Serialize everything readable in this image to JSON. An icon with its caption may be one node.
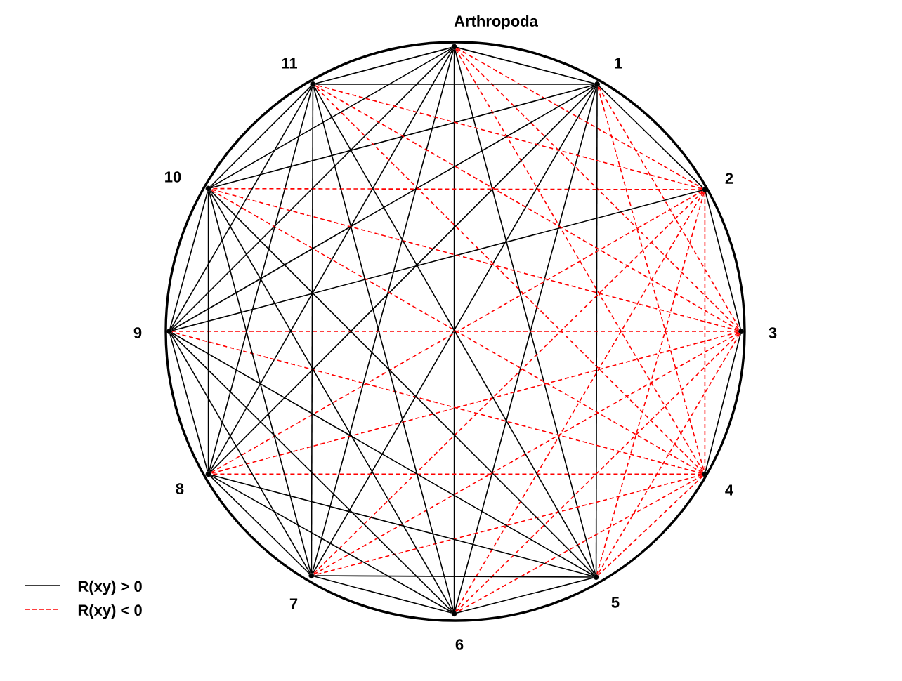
{
  "diagram": {
    "nodes": [
      {
        "text": [],
        "shape": "circle",
        "beside": [
          "Arthropoda"
        ]
      },
      {
        "text": [],
        "shape": "circle",
        "beside": [
          "1"
        ]
      },
      {
        "text": [],
        "shape": "circle",
        "beside": [
          "2"
        ]
      },
      {
        "text": [],
        "shape": "circle",
        "beside": [
          "3"
        ]
      },
      {
        "text": [],
        "shape": "circle",
        "beside": [
          "4"
        ]
      },
      {
        "text": [],
        "shape": "circle",
        "beside": [
          "5"
        ]
      },
      {
        "text": [],
        "shape": "circle",
        "beside": [
          "6"
        ]
      },
      {
        "text": [],
        "shape": "circle",
        "beside": [
          "7"
        ]
      },
      {
        "text": [],
        "shape": "circle",
        "beside": [
          "8"
        ]
      },
      {
        "text": [],
        "shape": "circle",
        "beside": [
          "9"
        ]
      },
      {
        "text": [],
        "shape": "circle",
        "beside": [
          "10"
        ]
      },
      {
        "text": [],
        "shape": "circle",
        "beside": [
          "11"
        ]
      }
    ],
    "edges": [
      {
        "from": 0,
        "to": 1,
        "arrow": "none"
      },
      {
        "from": 0,
        "to": 2,
        "arrow": "none",
        "style": "dashed",
        "color": "#ff0000"
      },
      {
        "from": 0,
        "to": 3,
        "arrow": "none",
        "style": "dashed",
        "color": "#ff0000"
      },
      {
        "from": 0,
        "to": 4,
        "arrow": "none",
        "style": "dashed",
        "color": "#ff0000"
      },
      {
        "from": 0,
        "to": 5,
        "arrow": "none"
      },
      {
        "from": 0,
        "to": 6,
        "arrow": "none"
      },
      {
        "from": 0,
        "to": 7,
        "arrow": "none"
      },
      {
        "from": 0,
        "to": 8,
        "arrow": "none"
      },
      {
        "from": 0,
        "to": 9,
        "arrow": "none"
      },
      {
        "from": 0,
        "to": 10,
        "arrow": "none"
      },
      {
        "from": 0,
        "to": 11,
        "arrow": "none"
      },
      {
        "from": 1,
        "to": 2,
        "arrow": "none"
      },
      {
        "from": 1,
        "to": 3,
        "arrow": "none",
        "style": "dashed",
        "color": "#ff0000"
      },
      {
        "from": 1,
        "to": 4,
        "arrow": "none",
        "style": "dashed",
        "color": "#ff0000"
      },
      {
        "from": 1,
        "to": 5,
        "arrow": "none"
      },
      {
        "from": 1,
        "to": 6,
        "arrow": "none"
      },
      {
        "from": 1,
        "to": 7,
        "arrow": "none"
      },
      {
        "from": 1,
        "to": 8,
        "arrow": "none"
      },
      {
        "from": 1,
        "to": 9,
        "arrow": "none"
      },
      {
        "from": 1,
        "to": 10,
        "arrow": "none"
      },
      {
        "from": 1,
        "to": 11,
        "arrow": "none"
      },
      {
        "from": 2,
        "to": 3,
        "arrow": "none"
      },
      {
        "from": 2,
        "to": 4,
        "arrow": "none",
        "style": "dashed",
        "color": "#ff0000"
      },
      {
        "from": 2,
        "to": 5,
        "arrow": "none",
        "style": "dashed",
        "color": "#ff0000"
      },
      {
        "from": 2,
        "to": 6,
        "arrow": "none",
        "style": "dashed",
        "color": "#ff0000"
      },
      {
        "from": 2,
        "to": 7,
        "arrow": "none",
        "style": "dashed",
        "color": "#ff0000"
      },
      {
        "from": 2,
        "to": 8,
        "arrow": "none",
        "style": "dashed",
        "color": "#ff0000"
      },
      {
        "from": 2,
        "to": 9,
        "arrow": "none"
      },
      {
        "from": 2,
        "to": 10,
        "arrow": "none",
        "style": "dashed",
        "color": "#ff0000"
      },
      {
        "from": 2,
        "to": 11,
        "arrow": "none",
        "style": "dashed",
        "color": "#ff0000"
      },
      {
        "from": 3,
        "to": 4,
        "arrow": "none"
      },
      {
        "from": 3,
        "to": 5,
        "arrow": "none",
        "style": "dashed",
        "color": "#ff0000"
      },
      {
        "from": 3,
        "to": 6,
        "arrow": "none",
        "style": "dashed",
        "color": "#ff0000"
      },
      {
        "from": 3,
        "to": 7,
        "arrow": "none",
        "style": "dashed",
        "color": "#ff0000"
      },
      {
        "from": 3,
        "to": 8,
        "arrow": "none",
        "style": "dashed",
        "color": "#ff0000"
      },
      {
        "from": 3,
        "to": 9,
        "arrow": "none",
        "style": "dashed",
        "color": "#ff0000"
      },
      {
        "from": 3,
        "to": 10,
        "arrow": "none",
        "style": "dashed",
        "color": "#ff0000"
      },
      {
        "from": 3,
        "to": 11,
        "arrow": "none",
        "style": "dashed",
        "color": "#ff0000"
      },
      {
        "from": 4,
        "to": 5,
        "arrow": "none",
        "style": "dashed",
        "color": "#ff0000"
      },
      {
        "from": 4,
        "to": 6,
        "arrow": "none",
        "style": "dashed",
        "color": "#ff0000"
      },
      {
        "from": 4,
        "to": 7,
        "arrow": "none",
        "style": "dashed",
        "color": "#ff0000"
      },
      {
        "from": 4,
        "to": 8,
        "arrow": "none",
        "style": "dashed",
        "color": "#ff0000"
      },
      {
        "from": 4,
        "to": 9,
        "arrow": "none",
        "style": "dashed",
        "color": "#ff0000"
      },
      {
        "from": 4,
        "to": 10,
        "arrow": "none",
        "style": "dashed",
        "color": "#ff0000"
      },
      {
        "from": 4,
        "to": 11,
        "arrow": "none",
        "style": "dashed",
        "color": "#ff0000"
      },
      {
        "from": 5,
        "to": 6,
        "arrow": "none"
      },
      {
        "from": 5,
        "to": 7,
        "arrow": "none"
      },
      {
        "from": 5,
        "to": 8,
        "arrow": "none"
      },
      {
        "from": 5,
        "to": 9,
        "arrow": "none"
      },
      {
        "from": 5,
        "to": 10,
        "arrow": "none"
      },
      {
        "from": 5,
        "to": 11,
        "arrow": "none"
      },
      {
        "from": 6,
        "to": 7,
        "arrow": "none"
      },
      {
        "from": 6,
        "to": 8,
        "arrow": "none"
      },
      {
        "from": 6,
        "to": 9,
        "arrow": "none"
      },
      {
        "from": 6,
        "to": 10,
        "arrow": "none"
      },
      {
        "from": 6,
        "to": 11,
        "arrow": "none"
      },
      {
        "from": 7,
        "to": 8,
        "arrow": "none"
      },
      {
        "from": 7,
        "to": 9,
        "arrow": "none"
      },
      {
        "from": 7,
        "to": 10,
        "arrow": "none"
      },
      {
        "from": 7,
        "to": 11,
        "arrow": "none"
      },
      {
        "from": 8,
        "to": 9,
        "arrow": "none"
      },
      {
        "from": 8,
        "to": 10,
        "arrow": "none"
      },
      {
        "from": 8,
        "to": 11,
        "arrow": "none"
      },
      {
        "from": 9,
        "to": 10,
        "arrow": "none"
      },
      {
        "from": 9,
        "to": 11,
        "arrow": "none"
      },
      {
        "from": 10,
        "to": 11,
        "arrow": "none"
      }
    ],
    "legend": [
      {
        "text": "R(xy) > 0"
      },
      {
        "text": "R(xy) < 0"
      }
    ]
  }
}
